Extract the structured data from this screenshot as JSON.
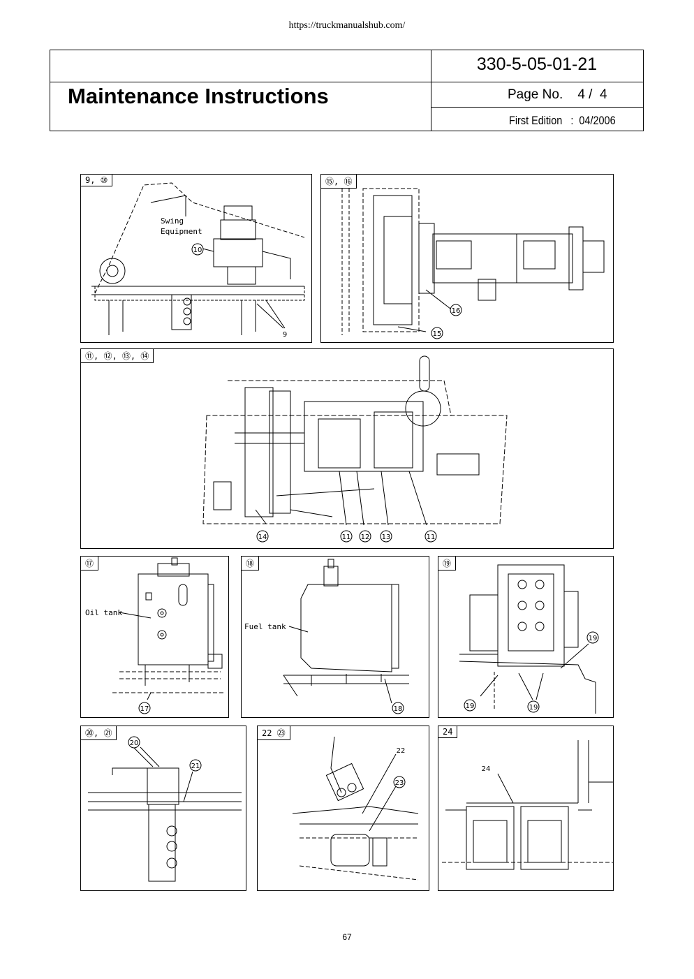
{
  "source_url": "https://truckmanualshub.com/",
  "header": {
    "doc_number": "330-5-05-01-21",
    "title": "Maintenance Instructions",
    "page_no": "Page No.    4 /  4",
    "edition": "First Edition   :  04/2006"
  },
  "panels": [
    {
      "tag": "9, ⑩",
      "labels": {
        "swing": "Swing",
        "equipment": "Equipment",
        "n10": "10",
        "n9": "9"
      }
    },
    {
      "tag": "⑮, ⑯",
      "labels": {
        "n16": "16",
        "n15": "15"
      }
    },
    {
      "tag": "⑪, ⑫, ⑬, ⑭",
      "labels": {
        "n14": "14",
        "n11a": "11",
        "n12": "12",
        "n13": "13",
        "n11b": "11"
      }
    },
    {
      "tag": "⑰",
      "labels": {
        "oil_tank": "Oil tank",
        "n17": "17"
      }
    },
    {
      "tag": "⑱",
      "labels": {
        "fuel_tank": "Fuel tank",
        "n18": "18"
      }
    },
    {
      "tag": "⑲",
      "labels": {
        "n19a": "19",
        "n19b": "19",
        "n19c": "19"
      }
    },
    {
      "tag": "⑳, ㉑",
      "labels": {
        "n20": "20",
        "n21": "21"
      }
    },
    {
      "tag": "22  ㉓",
      "labels": {
        "n22": "22",
        "n23": "23"
      }
    },
    {
      "tag": "24",
      "labels": {
        "n24": "24"
      }
    }
  ],
  "page_number": "67"
}
